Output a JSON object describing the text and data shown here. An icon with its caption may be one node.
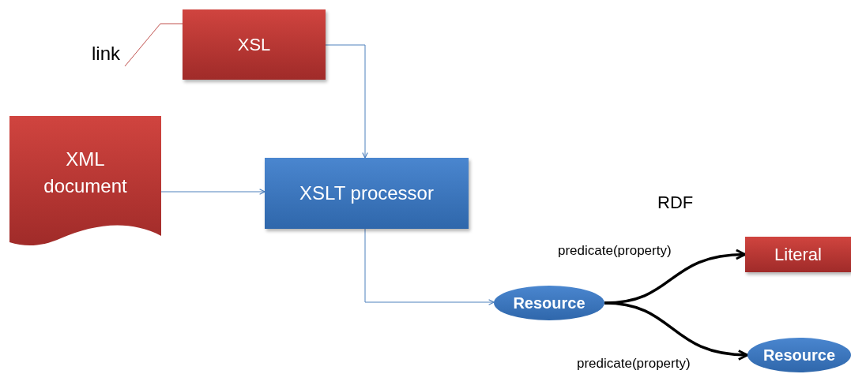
{
  "diagram": {
    "nodes": [
      {
        "text": [
          "link"
        ]
      },
      {
        "text": [
          "XSL"
        ]
      },
      {
        "text": [
          "XML document"
        ]
      },
      {
        "text": [
          "XSLT processor"
        ]
      },
      {
        "text": [
          "Resource"
        ]
      },
      {
        "text": [
          "Literal"
        ]
      },
      {
        "text": [
          "Resource"
        ]
      }
    ],
    "edges": [
      {
        "from": 0,
        "to": 1,
        "arrow": "none",
        "color": "#c0504d"
      },
      {
        "from": 1,
        "to": 3,
        "arrow": "to"
      },
      {
        "from": 2,
        "to": 3,
        "arrow": "to"
      },
      {
        "from": 3,
        "to": 4,
        "arrow": "to"
      },
      {
        "from": 4,
        "to": 5,
        "arrow": "to",
        "label": "predicate(property)",
        "style": "thick",
        "color": "#000000"
      },
      {
        "from": 4,
        "to": 6,
        "arrow": "to",
        "label": "predicate(property)",
        "style": "thick",
        "color": "#000000"
      }
    ],
    "labels": [
      "RDF"
    ]
  }
}
